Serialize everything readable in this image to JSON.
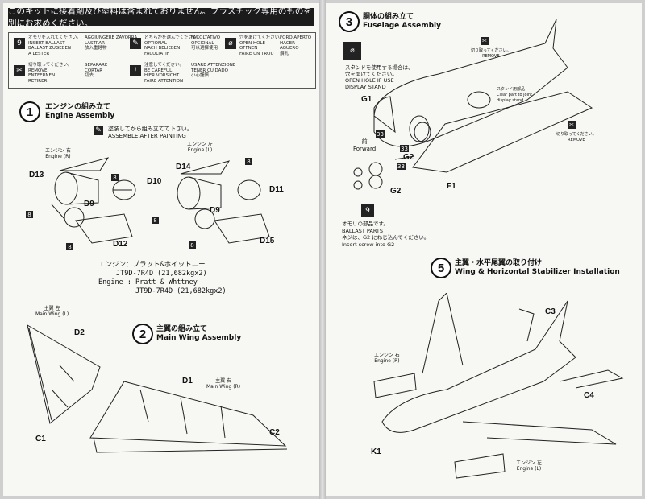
{
  "left": {
    "banner": "このキットに接着剤及び塗料は含まれておりません。プラスチック専用のものを別にお求めください。",
    "legend": [
      {
        "icon": "9",
        "lines": [
          "オモリを入れてください。",
          "INSERT BALLAST",
          "BALLAST ZUGEBEN",
          "A LESTER"
        ]
      },
      {
        "icon": "",
        "lines": [
          "AGGIUNGERE ZAVORRA",
          "LASTRAR",
          "放入重錘物"
        ]
      },
      {
        "icon": "✎",
        "lines": [
          "どちらかを選んでください。",
          "OPTIONAL",
          "NACH BELIEBEN",
          "FACULTATIF"
        ]
      },
      {
        "icon": "",
        "lines": [
          "FACOLTATIVO",
          "OPCIONAL",
          "可以選擇使用"
        ]
      },
      {
        "icon": "⌀",
        "lines": [
          "穴をあけてください。",
          "OPEN HOLE",
          "OFFNEN",
          "FAIRE UN TROU"
        ]
      },
      {
        "icon": "",
        "lines": [
          "FORO APERTO",
          "HACER AGUERO",
          "鑽孔"
        ]
      },
      {
        "icon": "✂",
        "lines": [
          "切り取ってください。",
          "REMOVE",
          "ENTFERNEN",
          "RETIRER"
        ]
      },
      {
        "icon": "",
        "lines": [
          "SEPARARE",
          "CORTAR",
          "切去"
        ]
      },
      {
        "icon": "!",
        "lines": [
          "注意してください。",
          "BE CAREFUL",
          "HIER VORSICHT",
          "FAIRE ATTENTION"
        ]
      },
      {
        "icon": "",
        "lines": [
          "USARE ATTENZIONE",
          "TENER CUIDADO",
          "小心謹慎"
        ]
      }
    ],
    "step1": {
      "num": "1",
      "title_jp": "エンジンの組み立て",
      "title_en": "Engine Assembly"
    },
    "paint_note": [
      "塗装してから組み立てて下さい。",
      "ASSEMBLE AFTER PAINTING"
    ],
    "engine_r": [
      "エンジン 右",
      "Engine (R)"
    ],
    "engine_l": [
      "エンジン 左",
      "Engine (L)"
    ],
    "parts1": [
      "D13",
      "D10",
      "D9",
      "D12",
      "D14",
      "D11",
      "D9",
      "D15"
    ],
    "boxes": [
      "8",
      "8",
      "8",
      "8",
      "8",
      "8"
    ],
    "spec": [
      "エンジン：プラット&ホイットニー",
      "JT9D-7R4D (21,682kgx2)",
      "Engine : Pratt & Whttney",
      "JT9D-7R4D (21,682kgx2)"
    ],
    "step2": {
      "num": "2",
      "title_jp": "主翼の組み立て",
      "title_en": "Main Wing Assembly"
    },
    "wing_l": [
      "主翼 左",
      "Main Wing (L)"
    ],
    "wing_r": [
      "主翼 右",
      "Main Wing (R)"
    ],
    "parts2": [
      "D2",
      "C1",
      "D1",
      "C2"
    ]
  },
  "right": {
    "step3": {
      "num": "3",
      "title_jp": "胴体の組み立て",
      "title_en": "Fuselage Assembly"
    },
    "stand_note": [
      "スタンドを使用する場合は、",
      "穴を開けてください。",
      "OPEN HOLE IF USE",
      "DISPLAY STAND"
    ],
    "remove1": [
      "切り取ってください。",
      "REMOVE"
    ],
    "remove2": [
      "切り取ってください。",
      "REMOVE"
    ],
    "stand_part": [
      "スタンド用部品",
      "Clear part to joint",
      "display stand"
    ],
    "forward": [
      "前",
      "Forward"
    ],
    "parts3": [
      "G1",
      "G2",
      "G2",
      "F1",
      "33",
      "33",
      "33"
    ],
    "ballast_note": [
      "オモリの部品です。",
      "BALLAST PARTS",
      "ネジは、G2 にねじ込んでください。",
      "Insert screw into G2"
    ],
    "step5": {
      "num": "5",
      "title_jp": "主翼・水平尾翼の取り付け",
      "title_en": "Wing & Horizontal Stabilizer Installation"
    },
    "parts5": [
      "C3",
      "C4",
      "K1"
    ],
    "engine_r": [
      "エンジン 右",
      "Engine (R)"
    ],
    "engine_l": [
      "エンジン 左",
      "Engine (L)"
    ]
  }
}
